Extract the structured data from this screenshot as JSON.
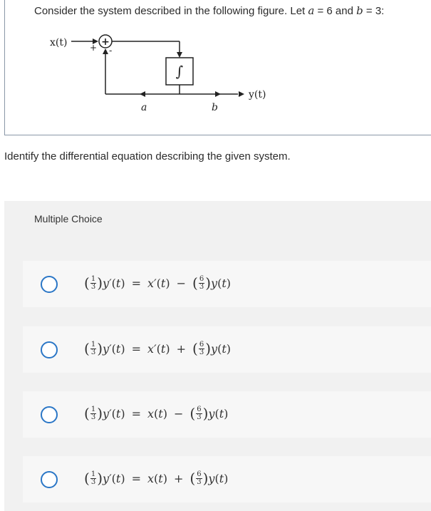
{
  "question": {
    "intro": "Consider the system described in the following figure. Let ",
    "a_var": "a",
    "a_eq": " = 6 and ",
    "b_var": "b",
    "b_eq": " = 3:",
    "prompt": "Identify the differential equation describing the given system."
  },
  "figure": {
    "input_label": "x(t)",
    "output_label": "y(t)",
    "plus_sign": "+",
    "minus_sign": "-",
    "summer_symbol": "+",
    "integrator_symbol": "∫",
    "gain_a": "a",
    "gain_b": "b"
  },
  "multiple_choice": {
    "header": "Multiple Choice",
    "options": [
      {
        "c1n": "1",
        "c1d": "3",
        "lhs": "y′",
        "t": "t",
        "rhs": "x′",
        "op": "−",
        "c2n": "6",
        "c2d": "3",
        "y": "y"
      },
      {
        "c1n": "1",
        "c1d": "3",
        "lhs": "y′",
        "t": "t",
        "rhs": "x′",
        "op": "+",
        "c2n": "6",
        "c2d": "3",
        "y": "y"
      },
      {
        "c1n": "1",
        "c1d": "3",
        "lhs": "y′",
        "t": "t",
        "rhs": "x",
        "op": "−",
        "c2n": "6",
        "c2d": "3",
        "y": "y"
      },
      {
        "c1n": "1",
        "c1d": "3",
        "lhs": "y′",
        "t": "t",
        "rhs": "x",
        "op": "+",
        "c2n": "6",
        "c2d": "3",
        "y": "y"
      }
    ]
  },
  "colors": {
    "radio": "#2a76c6",
    "panel": "#f1f1f1",
    "choice_bg": "#f7f7f7",
    "box_border": "#8a97a8"
  }
}
